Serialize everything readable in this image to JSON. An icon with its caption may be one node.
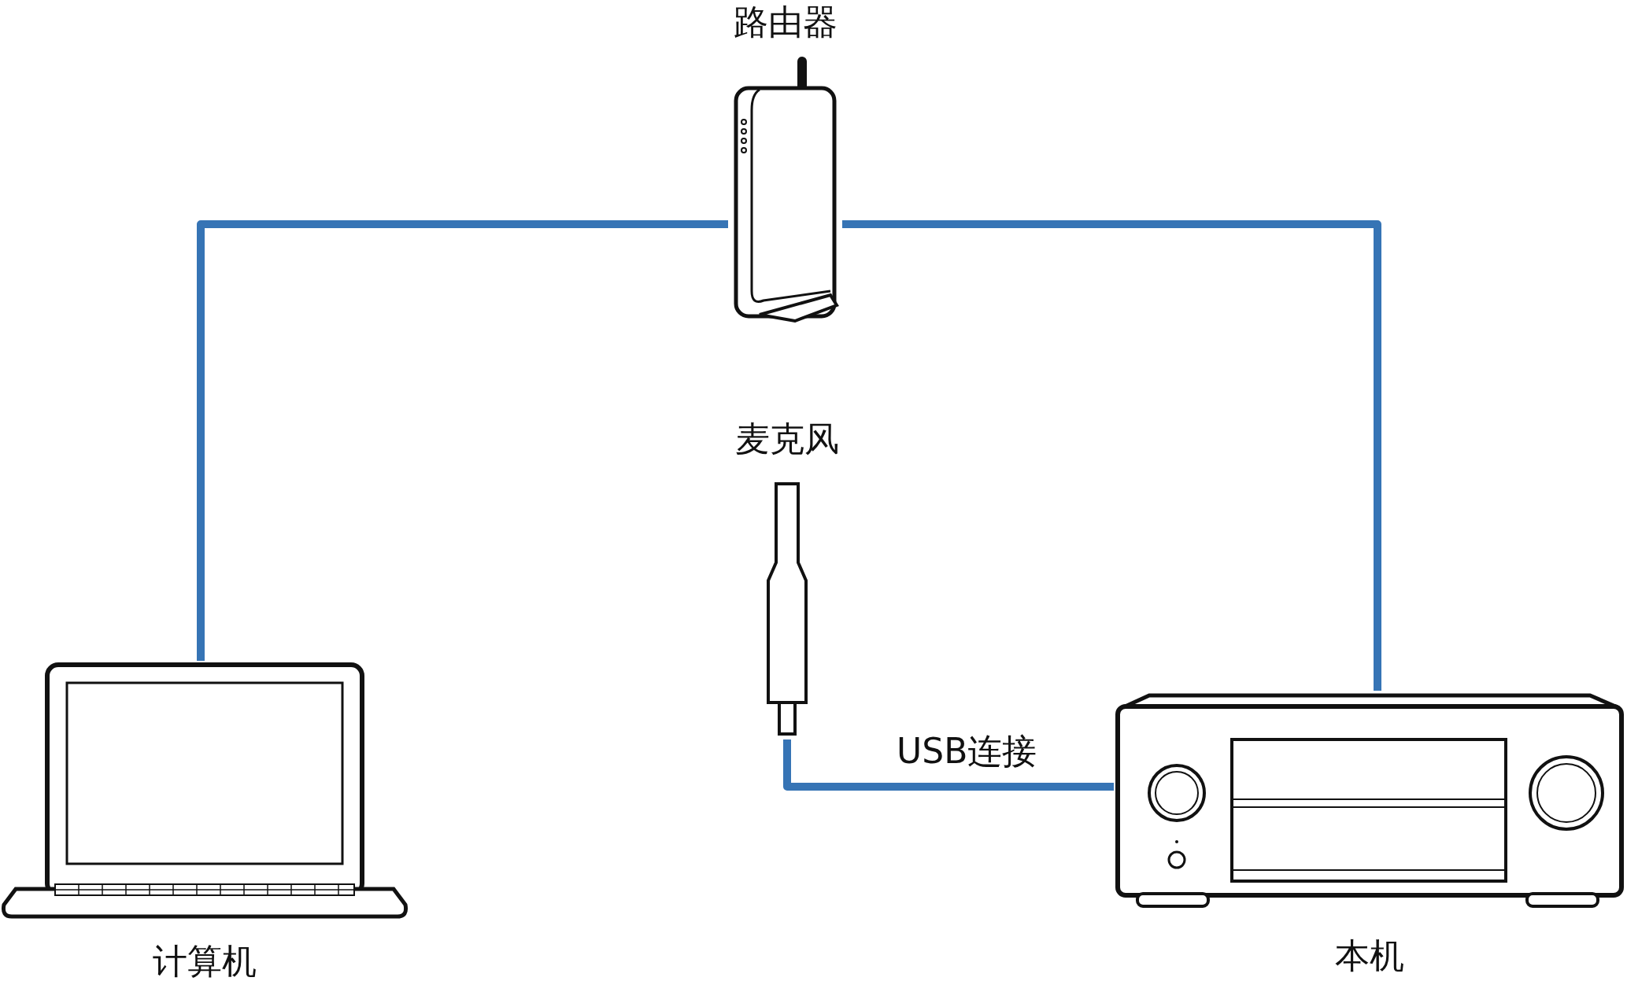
{
  "diagram": {
    "nodes": [
      {
        "text": [
          "路由器"
        ]
      },
      {
        "text": [
          "麦克风"
        ]
      },
      {
        "text": [
          "计算机"
        ]
      },
      {
        "text": [
          "本机"
        ]
      }
    ],
    "edges": [
      {
        "from": 2,
        "to": 0,
        "arrow": "none"
      },
      {
        "from": 0,
        "to": 3,
        "arrow": "none"
      },
      {
        "from": 1,
        "to": 3,
        "arrow": "none",
        "label": "USB连接"
      }
    ]
  }
}
